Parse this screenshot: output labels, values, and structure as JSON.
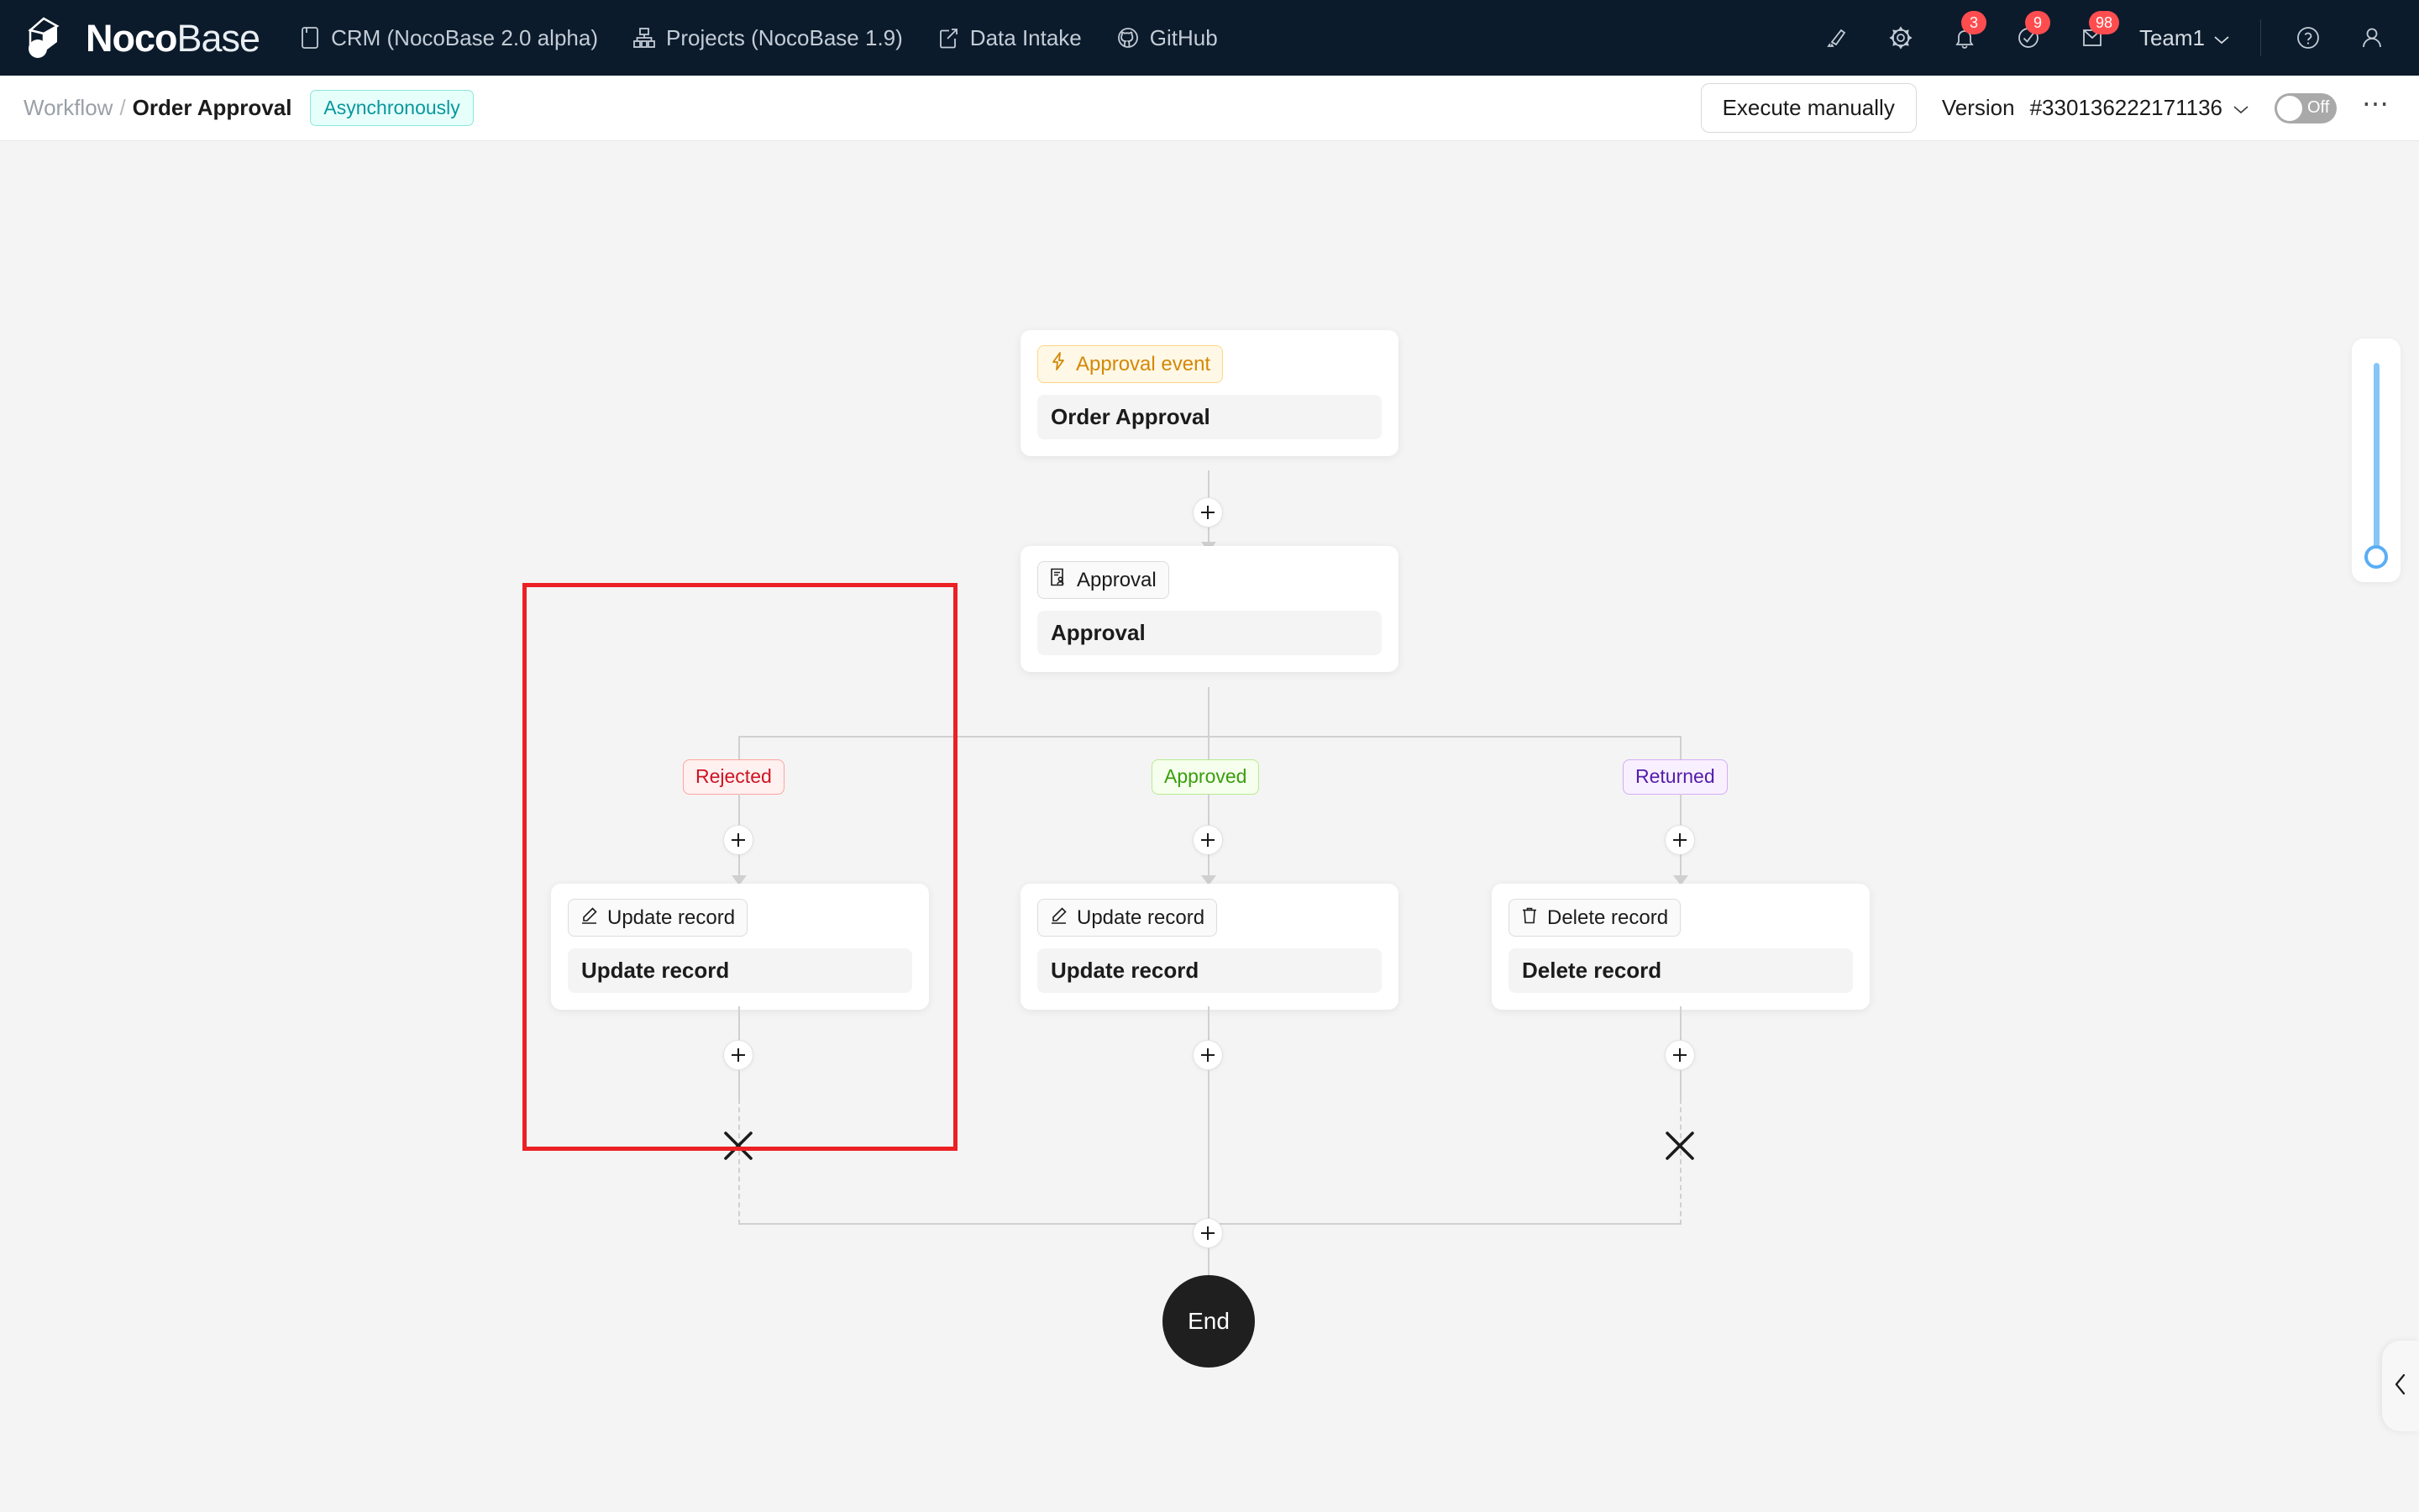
{
  "app": {
    "brand_bold": "Noco",
    "brand_thin": "Base"
  },
  "topnav": {
    "links": [
      {
        "icon": "book-icon",
        "label": "CRM (NocoBase 2.0 alpha)"
      },
      {
        "icon": "sitemap-icon",
        "label": "Projects (NocoBase 1.9)"
      },
      {
        "icon": "edit-square-icon",
        "label": "Data Intake"
      },
      {
        "icon": "github-icon",
        "label": "GitHub"
      }
    ],
    "right": {
      "highlighter_icon": "highlighter-icon",
      "settings_icon": "gear-icon",
      "bell_icon": "bell-icon",
      "bell_badge": "3",
      "check_icon": "check-circle-icon",
      "check_badge": "9",
      "mail_icon": "mail-icon",
      "mail_badge": "98",
      "team_label": "Team1",
      "help_icon": "question-circle-icon",
      "avatar_icon": "user-icon"
    }
  },
  "subheader": {
    "breadcrumb_root": "Workflow",
    "breadcrumb_sep": "/",
    "breadcrumb_current": "Order Approval",
    "mode_tag": "Asynchronously",
    "execute_button": "Execute manually",
    "version_label": "Version",
    "version_value": "#330136222171136",
    "toggle_state": "Off",
    "more_icon": "ellipsis-icon"
  },
  "workflow": {
    "trigger": {
      "type_label": "Approval event",
      "type_icon": "lightning-icon",
      "title": "Order Approval"
    },
    "approval": {
      "type_label": "Approval",
      "type_icon": "approval-doc-icon",
      "title": "Approval"
    },
    "branches": [
      {
        "pill": "Rejected",
        "pill_style": "red",
        "node_type_label": "Update record",
        "node_type_icon": "pencil-icon",
        "node_title": "Update record",
        "terminator": "x-mark"
      },
      {
        "pill": "Approved",
        "pill_style": "green",
        "node_type_label": "Update record",
        "node_type_icon": "pencil-icon",
        "node_title": "Update record",
        "terminator": "none"
      },
      {
        "pill": "Returned",
        "pill_style": "purple",
        "node_type_label": "Delete record",
        "node_type_icon": "trash-icon",
        "node_title": "Delete record",
        "terminator": "x-mark"
      }
    ],
    "end_label": "End",
    "add_icon": "plus-icon"
  },
  "controls": {
    "zoom_slider_name": "zoom-slider",
    "collapse_icon": "chevron-left-icon"
  },
  "annotation": {
    "highlight_color": "#ec2024"
  }
}
